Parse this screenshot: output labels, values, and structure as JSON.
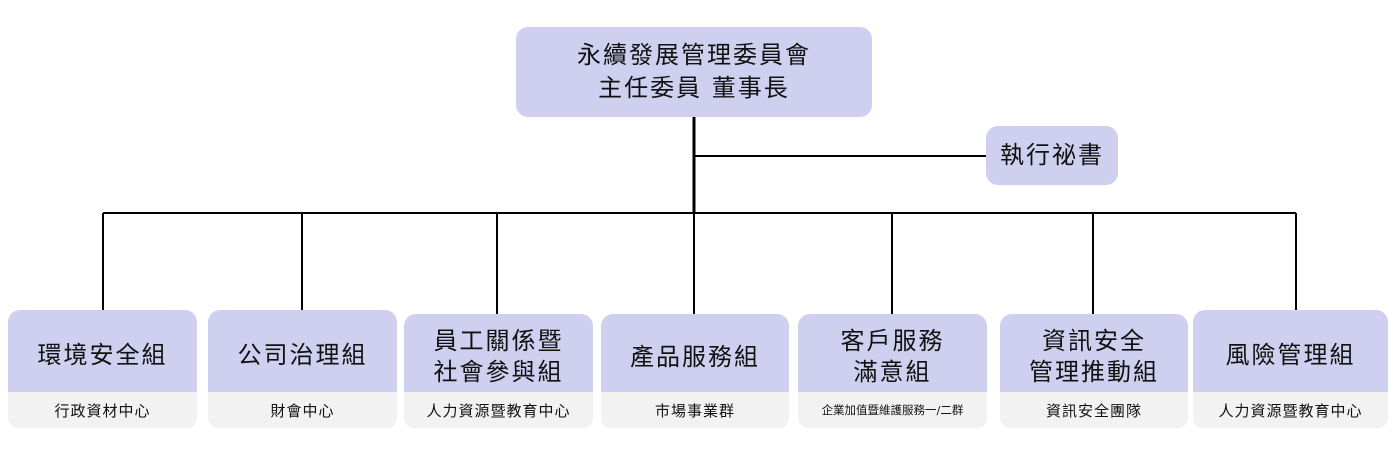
{
  "chairman": {
    "line1": "永續發展管理委員會",
    "line2": "主任委員 董事長"
  },
  "secretary": {
    "label": "執行祕書"
  },
  "units": [
    {
      "lines": [
        "環境安全組"
      ],
      "sub": "行政資材中心"
    },
    {
      "lines": [
        "公司治理組"
      ],
      "sub": "財會中心"
    },
    {
      "lines": [
        "員工關係暨",
        "社會參與組"
      ],
      "sub": "人力資源暨教育中心"
    },
    {
      "lines": [
        "產品服務組"
      ],
      "sub": "市場事業群"
    },
    {
      "lines": [
        "客戶服務",
        "滿意組"
      ],
      "sub": "企業加值暨維護服務一/二群"
    },
    {
      "lines": [
        "資訊安全",
        "管理推動組"
      ],
      "sub": "資訊安全團隊"
    },
    {
      "lines": [
        "風險管理組"
      ],
      "sub": "人力資源暨教育中心"
    }
  ],
  "colors": {
    "box_fill": "#cfcfef",
    "sub_fill": "#f2f2f2",
    "line": "#000000"
  }
}
